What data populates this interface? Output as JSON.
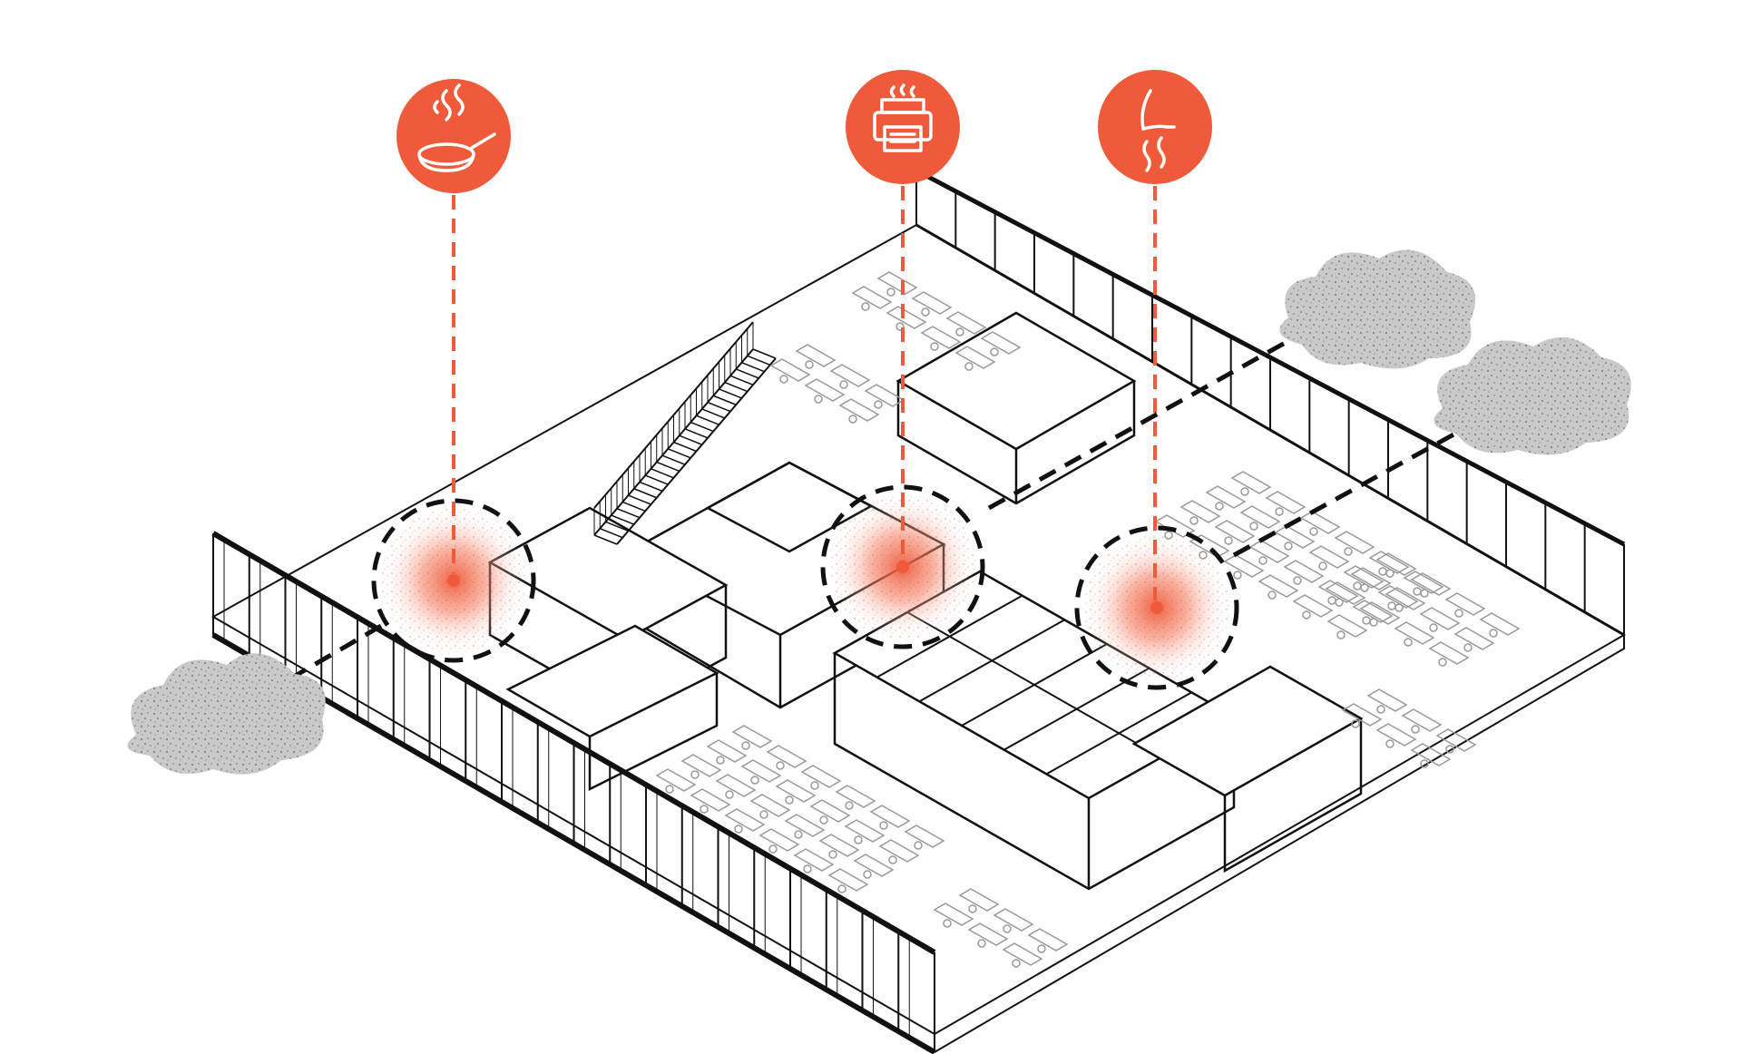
{
  "diagram": {
    "accent_color": "#ef5a3a",
    "line_color": "#111111",
    "cloud_color": "#c9c9c9",
    "sources": [
      {
        "id": "kitchen",
        "icon": "frying-pan-steam-icon"
      },
      {
        "id": "printer",
        "icon": "printer-fumes-icon"
      },
      {
        "id": "restroom",
        "icon": "toilet-odor-icon"
      }
    ],
    "exhaust_clouds": [
      {
        "id": "left",
        "icon": "dust-cloud-icon"
      },
      {
        "id": "upper-right",
        "icon": "dust-cloud-icon"
      },
      {
        "id": "right",
        "icon": "dust-cloud-icon"
      }
    ]
  }
}
